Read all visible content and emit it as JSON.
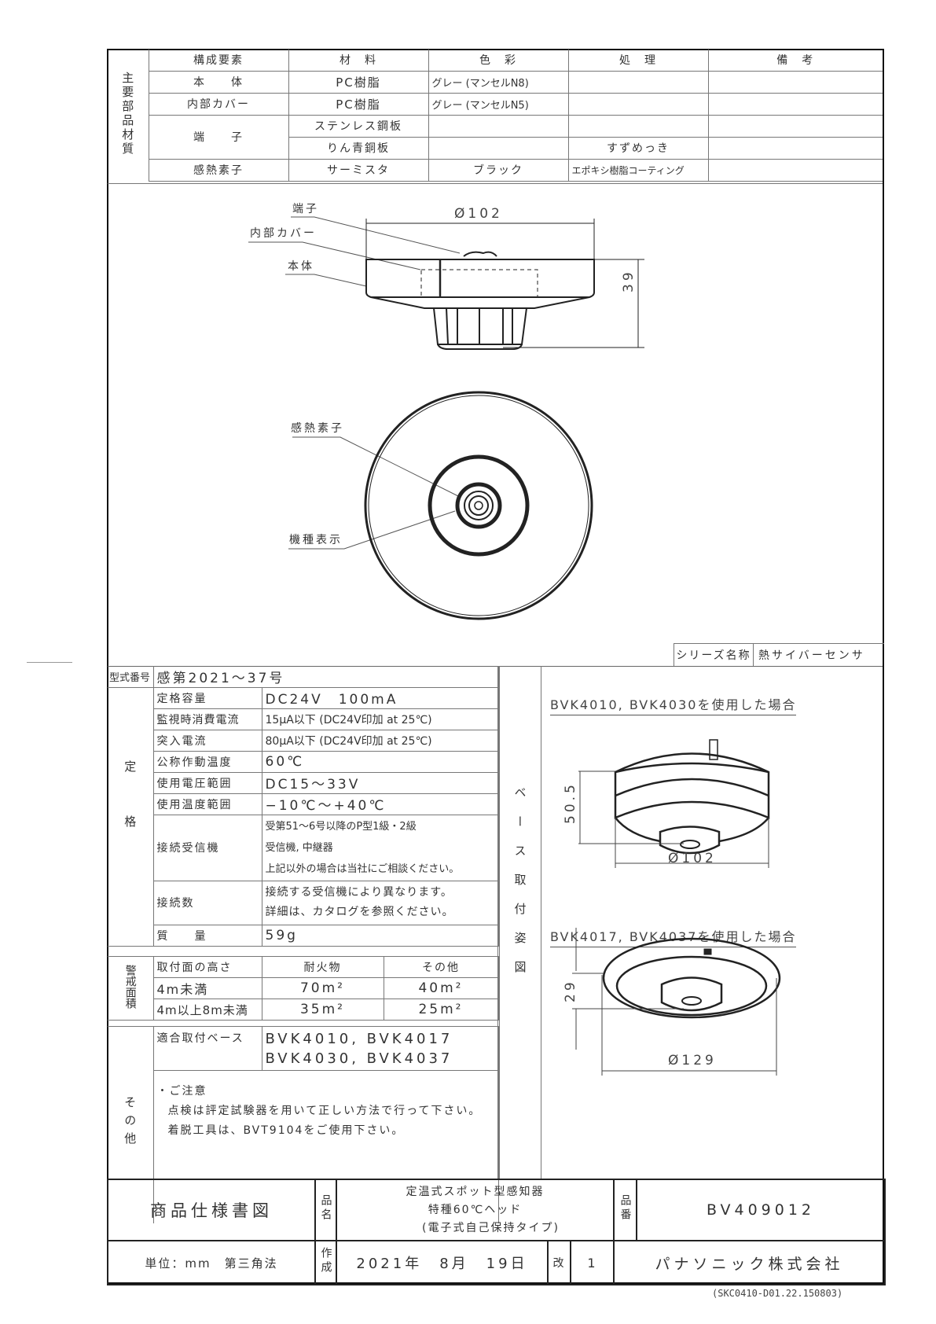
{
  "materials_table": {
    "side_label": "主要部品材質",
    "headers": [
      "構成要素",
      "材　料",
      "色　彩",
      "処　理",
      "備　考"
    ],
    "rows": [
      {
        "component": "本　　体",
        "material": "PC樹脂",
        "color": "グレー (マンセルN8)",
        "treatment": "",
        "remarks": ""
      },
      {
        "component": "内部カバー",
        "material": "PC樹脂",
        "color": "グレー (マンセルN5)",
        "treatment": "",
        "remarks": ""
      },
      {
        "component": "端　　子",
        "material": "ステンレス鋼板",
        "color": "",
        "treatment": "",
        "remarks": ""
      },
      {
        "component": "",
        "material": "りん青銅板",
        "color": "",
        "treatment": "すずめっき",
        "remarks": ""
      },
      {
        "component": "感熱素子",
        "material": "サーミスタ",
        "color": "ブラック",
        "treatment": "エポキシ樹脂コーティング",
        "remarks": ""
      }
    ]
  },
  "side_view": {
    "labels": {
      "terminal": "端子",
      "inner_cover": "内部カバー",
      "body": "本体"
    },
    "dim_diameter": "Ø102",
    "dim_height": "39"
  },
  "bottom_view": {
    "labels": {
      "sensor": "感熱素子",
      "model_mark": "機種表示"
    }
  },
  "series": {
    "label": "シリーズ名称",
    "value": "熱サイバーセンサ"
  },
  "specs": {
    "model_no_label": "型式番号",
    "model_no_value": "感第2021～37号",
    "rating_label": "定格",
    "rating_rows": [
      {
        "label": "定格容量",
        "value": "DC24V　100mA"
      },
      {
        "label": "監視時消費電流",
        "value": "15μA以下 (DC24V印加 at 25℃)"
      },
      {
        "label": "突入電流",
        "value": "80μA以下 (DC24V印加 at 25℃)"
      },
      {
        "label": "公称作動温度",
        "value": "60℃"
      },
      {
        "label": "使用電圧範囲",
        "value": "DC15～33V"
      },
      {
        "label": "使用温度範囲",
        "value": "−10℃～+40℃"
      }
    ],
    "receiver_label": "接続受信機",
    "receiver_lines": [
      "受第51～6号以降のP型1級・2級",
      "受信機, 中継器",
      "上記以外の場合は当社にご相談ください。"
    ],
    "connections_label": "接続数",
    "connections_lines": [
      "接続する受信機により異なります。",
      "詳細は、カタログを参照ください。"
    ],
    "mass_label": "質　　量",
    "mass_value": "59g",
    "area_label": "警戒面積",
    "area_headers": [
      "取付面の高さ",
      "耐火物",
      "その他"
    ],
    "area_rows": [
      {
        "height": "4m未満",
        "fireproof": "70m²",
        "other": "40m²"
      },
      {
        "height": "4m以上8m未満",
        "fireproof": "35m²",
        "other": "25m²"
      }
    ],
    "other_label": "その他",
    "base_label": "適合取付ベース",
    "base_lines": [
      "BVK4010, BVK4017",
      "BVK4030, BVK4037"
    ],
    "notes_title": "・ご注意",
    "notes_lines": [
      "点検は評定試験器を用いて正しい方法で行って下さい。",
      "着脱工具は、BVT9104をご使用下さい。"
    ]
  },
  "base_mount": {
    "side_label": "ベース取付姿図",
    "case1": {
      "title": "BVK4010, BVK4030を使用した場合",
      "dim_height": "50.5",
      "dim_diameter": "Ø102"
    },
    "case2": {
      "title": "BVK4017, BVK4037を使用した場合",
      "dim_height": "29",
      "dim_diameter": "Ø129"
    }
  },
  "title_block": {
    "doc_type": "商品仕様書図",
    "name_label": "品名",
    "name_lines": [
      "定温式スポット型感知器",
      "特種60℃ヘッド",
      "(電子式自己保持タイプ)"
    ],
    "part_no_label": "品番",
    "part_no": "BV409012",
    "units": "単位：mm　第三角法",
    "created_label": "作成",
    "date": "2021年　8月　19日",
    "rev_label": "改",
    "rev": "1",
    "company": "パナソニック株式会社",
    "doc_code": "(SKC0410-D01.22.150803)"
  }
}
